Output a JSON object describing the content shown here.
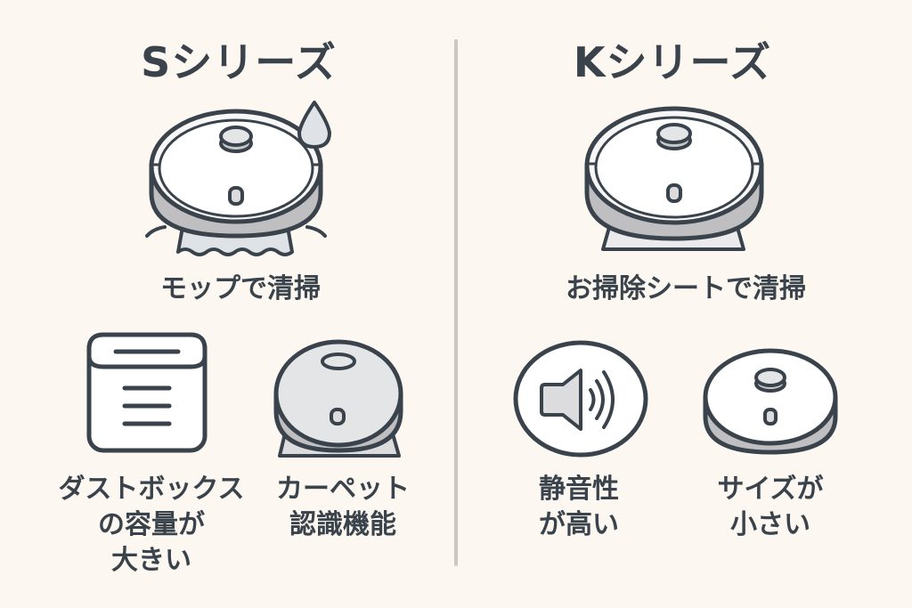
{
  "colors": {
    "background": "#fcf8f1",
    "ink": "#3a434b",
    "light_gray": "#e4e5e7",
    "mid_gray": "#bfbfc1",
    "divider": "#cbc8c3"
  },
  "left": {
    "title": "Sシリーズ",
    "main_icon": "robot-vacuum-with-mop-and-water-drop-icon",
    "caption": "モップで清掃",
    "features": [
      {
        "icon": "dust-box-icon",
        "label": "ダストボックス\nの容量が\n大きい"
      },
      {
        "icon": "carpet-robot-icon",
        "label": "カーペット\n認識機能"
      }
    ]
  },
  "right": {
    "title": "Kシリーズ",
    "main_icon": "robot-vacuum-with-cleaning-sheet-icon",
    "caption": "お掃除シートで清掃",
    "features": [
      {
        "icon": "speaker-volume-icon",
        "label": "静音性\nが高い"
      },
      {
        "icon": "compact-robot-icon",
        "label": "サイズが\n小さい"
      }
    ]
  }
}
